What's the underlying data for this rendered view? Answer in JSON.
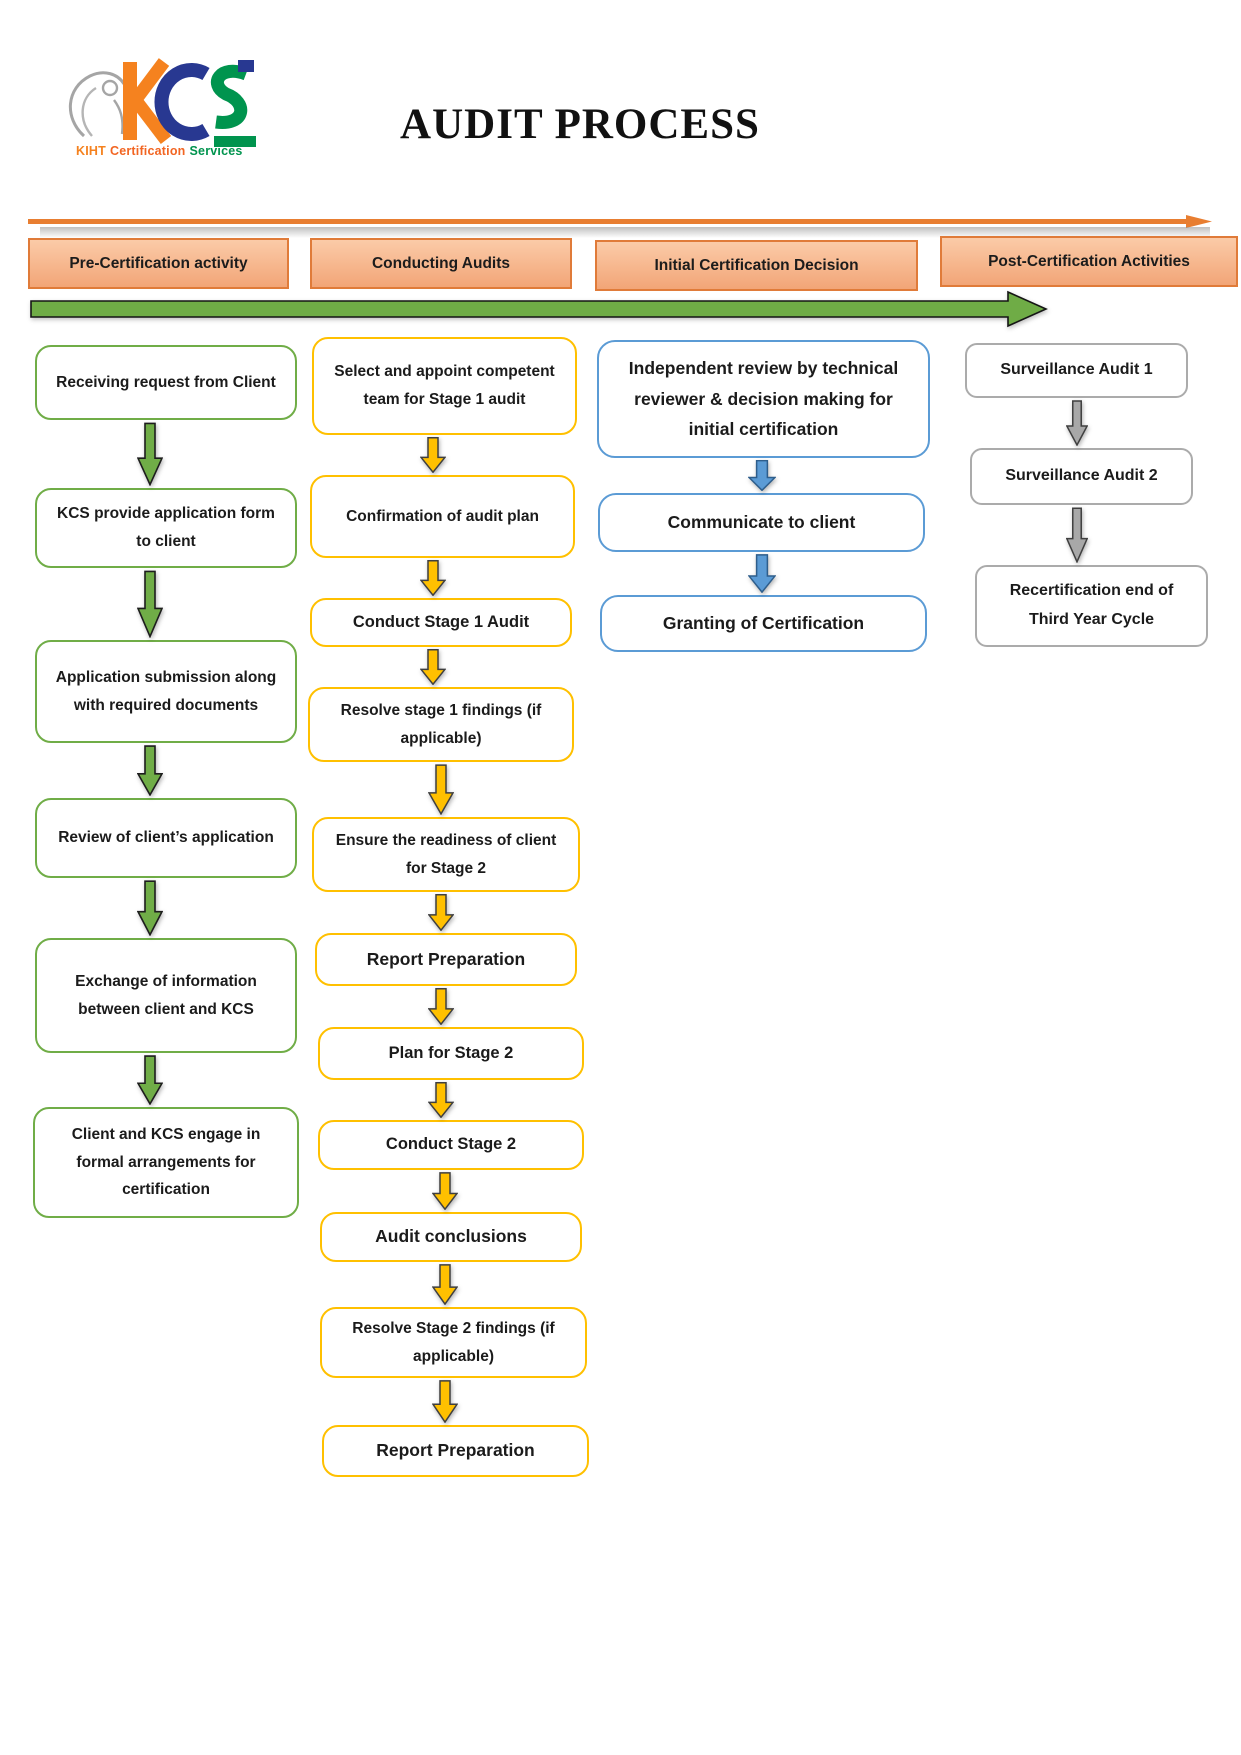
{
  "page": {
    "title": "AUDIT PROCESS"
  },
  "logo": {
    "brand": "KCS",
    "tagline": {
      "kiht": "KIHT",
      "certification": "Certification",
      "services": "Services"
    }
  },
  "headers": [
    {
      "label": "Pre-Certification activity"
    },
    {
      "label": "Conducting Audits"
    },
    {
      "label": "Initial Certification Decision"
    },
    {
      "label": "Post-Certification Activities"
    }
  ],
  "columns": [
    {
      "name": "Pre-Certification activity",
      "theme_color": "#70AD47",
      "boxes": [
        "Receiving request from Client",
        "KCS provide application form to client",
        "Application submission along with required documents",
        "Review of client’s application",
        "Exchange of information between client and KCS",
        "Client and KCS engage in formal arrangements for certification"
      ]
    },
    {
      "name": "Conducting Audits",
      "theme_color": "#FFC000",
      "boxes": [
        "Select and appoint competent team for Stage 1 audit",
        "Confirmation of audit plan",
        "Conduct Stage 1 Audit",
        "Resolve stage 1 findings (if applicable)",
        "Ensure the readiness of client for Stage 2",
        "Report Preparation",
        "Plan for Stage 2",
        "Conduct Stage 2",
        "Audit conclusions",
        "Resolve Stage 2 findings (if applicable)",
        "Report Preparation"
      ]
    },
    {
      "name": "Initial Certification Decision",
      "theme_color": "#5B9BD5",
      "boxes": [
        "Independent review by technical reviewer & decision making for initial certification",
        "Communicate to client",
        "Granting of Certification"
      ]
    },
    {
      "name": "Post-Certification Activities",
      "theme_color": "#ABABAB",
      "boxes": [
        "Surveillance Audit 1",
        "Surveillance Audit 2",
        "Recertification end of Third Year Cycle"
      ]
    }
  ],
  "colors": {
    "green": "#70AD47",
    "gold": "#FFC000",
    "blue": "#5B9BD5",
    "gray": "#ABABAB",
    "orange_border": "#E07B39",
    "orange_fill_top": "#FBCBA8",
    "orange_fill_bottom": "#F2A577",
    "orange_line": "#E87E31",
    "green_arrow": "#6FAC46"
  }
}
